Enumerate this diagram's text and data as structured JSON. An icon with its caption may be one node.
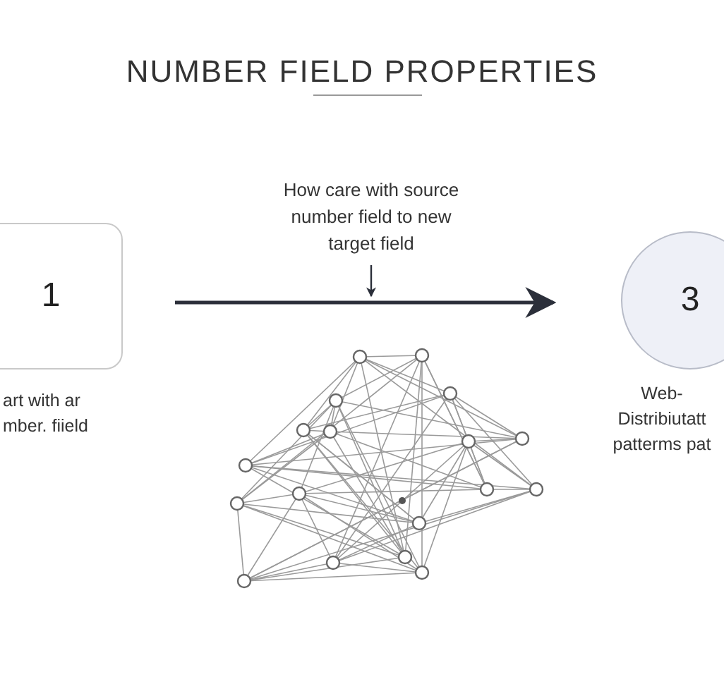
{
  "diagram": {
    "title": "NUMBER FIELD PROPERTIES",
    "nodes": [
      {
        "text": [
          "1"
        ],
        "beside": [
          "art with ar mber. fiield"
        ]
      },
      {
        "text": [
          "3"
        ],
        "beside": [
          "Web- Distribiutatt patterms pat"
        ]
      },
      {
        "text": [
          "How care with source number field to new target field"
        ]
      }
    ],
    "edges": [
      {
        "from": 0,
        "to": 1,
        "arrow": "to"
      },
      {
        "from": 2,
        "to": null,
        "arrow": "to"
      }
    ]
  }
}
